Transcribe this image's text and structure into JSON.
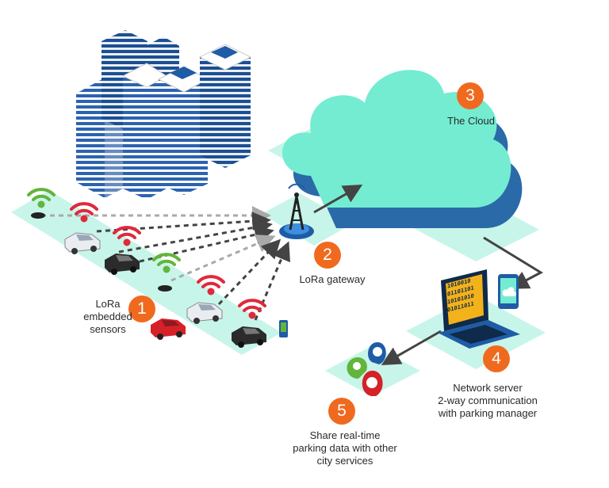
{
  "steps": [
    {
      "number": "1",
      "lines": [
        "LoRa",
        "embedded",
        "sensors"
      ]
    },
    {
      "number": "2",
      "lines": [
        "LoRa gateway"
      ]
    },
    {
      "number": "3",
      "lines": [
        "The Cloud"
      ]
    },
    {
      "number": "4",
      "lines": [
        "Network server",
        "2-way communication",
        "with parking manager"
      ]
    },
    {
      "number": "5",
      "lines": [
        "Share real-time",
        "parking data with other",
        "city services"
      ]
    }
  ],
  "laptop_screen_code": [
    "1010010",
    "01101101",
    "10101010",
    "01011011"
  ],
  "colors": {
    "accent": "#ef6a1f",
    "cloud": "#74ecd2",
    "cloud_shadow": "#2b6aa8",
    "ground": "#c8f5ea",
    "building": "#1f5ca6",
    "signal_green": "#62b53a",
    "signal_red": "#e0293b"
  }
}
